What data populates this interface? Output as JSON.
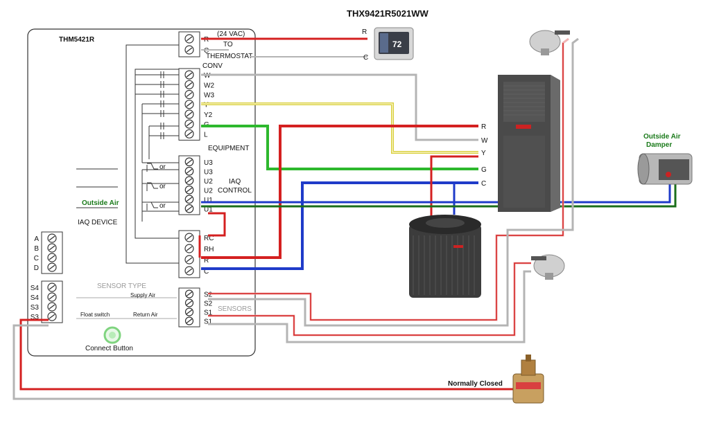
{
  "title": "THX9421R5021WW",
  "controller": {
    "model": "THM5421R",
    "thermostat_block": {
      "terminals": [
        "R",
        "C"
      ],
      "labels": [
        "(24 VAC)",
        "TO",
        "THERMOSTAT"
      ]
    },
    "equipment_block": {
      "terminals": [
        "W",
        "W2",
        "W3",
        "Y",
        "Y2",
        "G",
        "L"
      ],
      "header": "CONV",
      "label": "EQUIPMENT"
    },
    "iaq_block": {
      "terminals": [
        "U3",
        "U3",
        "U2",
        "U2",
        "U1",
        "U1"
      ],
      "label_line1": "IAQ",
      "label_line2": "CONTROL",
      "or_label": "or"
    },
    "power_block": {
      "terminals": [
        "RC",
        "RH",
        "R",
        "C"
      ]
    },
    "abcd_block": {
      "terminals": [
        "A",
        "B",
        "C",
        "D"
      ]
    },
    "sensor_block": {
      "left_terminals": [
        "S4",
        "S4",
        "S3",
        "S3"
      ],
      "right_terminals": [
        "S2",
        "S2",
        "S1",
        "S1"
      ],
      "title": "SENSOR TYPE",
      "supply": "Supply Air",
      "return": "Return Air",
      "float": "Float switch",
      "label": "SENSORS"
    },
    "outside_air_label": "Outside Air",
    "iaq_device_label": "IAQ DEVICE",
    "connect_button": "Connect Button"
  },
  "thermostat": {
    "r_label": "R",
    "c_label": "C",
    "display": "72"
  },
  "furnace": {
    "terminals": [
      "R",
      "W",
      "Y",
      "G",
      "C"
    ]
  },
  "damper": {
    "label_line1": "Outside Air",
    "label_line2": "Damper"
  },
  "switch_label": "Normally Closed",
  "colors": {
    "red": "#d42020",
    "green": "#2db82d",
    "darkgreen": "#1a6e1a",
    "blue": "#1f3bc9",
    "yellow": "#d8cf3a",
    "grey": "#b4b4b4",
    "pink": "#f0b4b4"
  }
}
